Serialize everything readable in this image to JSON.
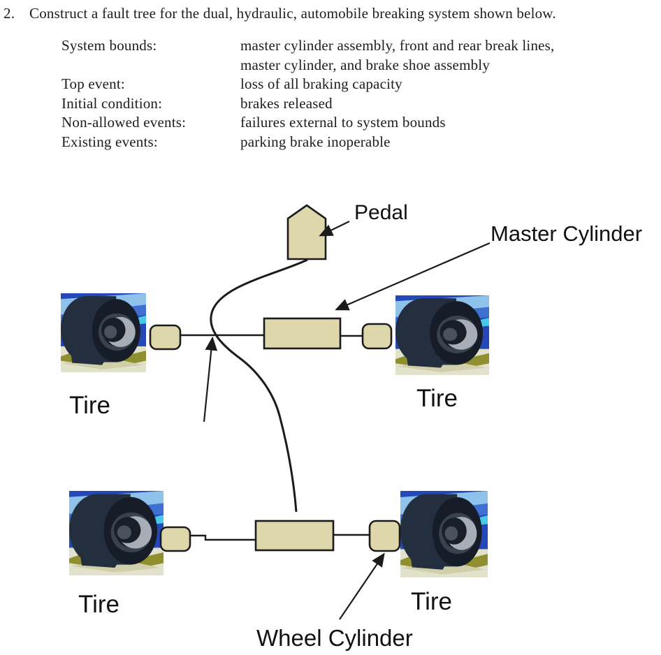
{
  "problem": {
    "number": "2.",
    "statement": "Construct a fault tree for the dual, hydraulic, automobile breaking system shown below."
  },
  "spec_table": {
    "rows": [
      {
        "label": "System bounds:",
        "value": "master cylinder assembly, front and rear break lines,\nmaster cylinder, and brake shoe assembly"
      },
      {
        "label": "Top event:",
        "value": "loss of all braking capacity"
      },
      {
        "label": "Initial condition:",
        "value": "brakes released"
      },
      {
        "label": "Non-allowed events:",
        "value": "failures external to system bounds"
      },
      {
        "label": "Existing events:",
        "value": "parking brake inoperable"
      }
    ]
  },
  "diagram": {
    "labels": {
      "pedal": "Pedal",
      "master_cylinder": "Master Cylinder",
      "wheel_cylinder": "Wheel Cylinder",
      "tire_front_left": "Tire",
      "tire_front_right": "Tire",
      "tire_rear_left": "Tire",
      "tire_rear_right": "Tire"
    },
    "colors": {
      "component_fill": "#ddd7ab",
      "outline": "#1b1b1b",
      "tire_sky": "#2448b8",
      "tire_sky_band": "#8fc2ea",
      "tire_sky_mid": "#3f6fd0",
      "tire_cyan_streak": "#49c8e8",
      "tire_ground": "#e2e2cc",
      "tire_ground_olive": "#8f8f2f",
      "tire_ground_tan": "#cfcfaa",
      "tire_body": "#232e3e",
      "tire_face": "#161d28",
      "tire_hub": "#3a424d",
      "tire_hub_dark": "#191f29",
      "tire_hub_highlight": "#a7aeb6"
    }
  }
}
